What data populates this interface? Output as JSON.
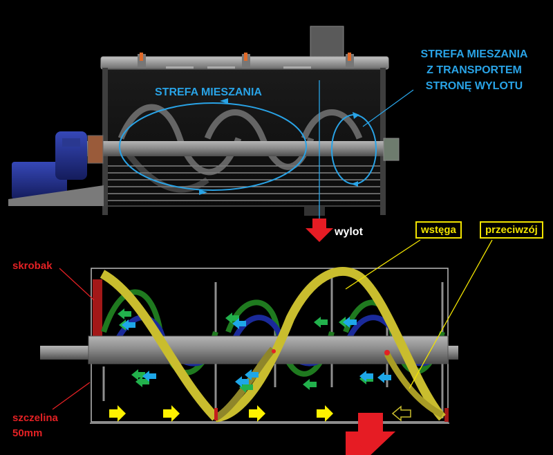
{
  "top_view": {
    "zone_label": "STREFA MIESZANIA",
    "transport_zone_label": [
      "STREFA MIESZANIA",
      "Z  TRANSPORTEM",
      "STRONĘ WYLOTU"
    ],
    "outlet_label": "wylot"
  },
  "bottom_view": {
    "ribbon_label": "wstęga",
    "counter_ribbon_label": "przeciwzój",
    "scraper_label": "skrobak",
    "gap_label": [
      "szczelina",
      "50mm"
    ]
  },
  "colors": {
    "zone_blue": "#29a3e6",
    "callout_yellow": "#f2e400",
    "label_red": "#e32124",
    "outer_ribbon": "#c9bd2e",
    "inner_ribbon_green": "#1f7a1f",
    "inner_ribbon_blue": "#1a2a9a",
    "arrow_green": "#22b14c",
    "arrow_blue": "#1ea7e8",
    "arrow_yellow": "#fff200",
    "outlet_red": "#e61c24",
    "shaft_grey": "#8a8a8a"
  },
  "icons": [
    "motor-icon",
    "outlet-arrow-icon",
    "flow-arrow-icon"
  ]
}
